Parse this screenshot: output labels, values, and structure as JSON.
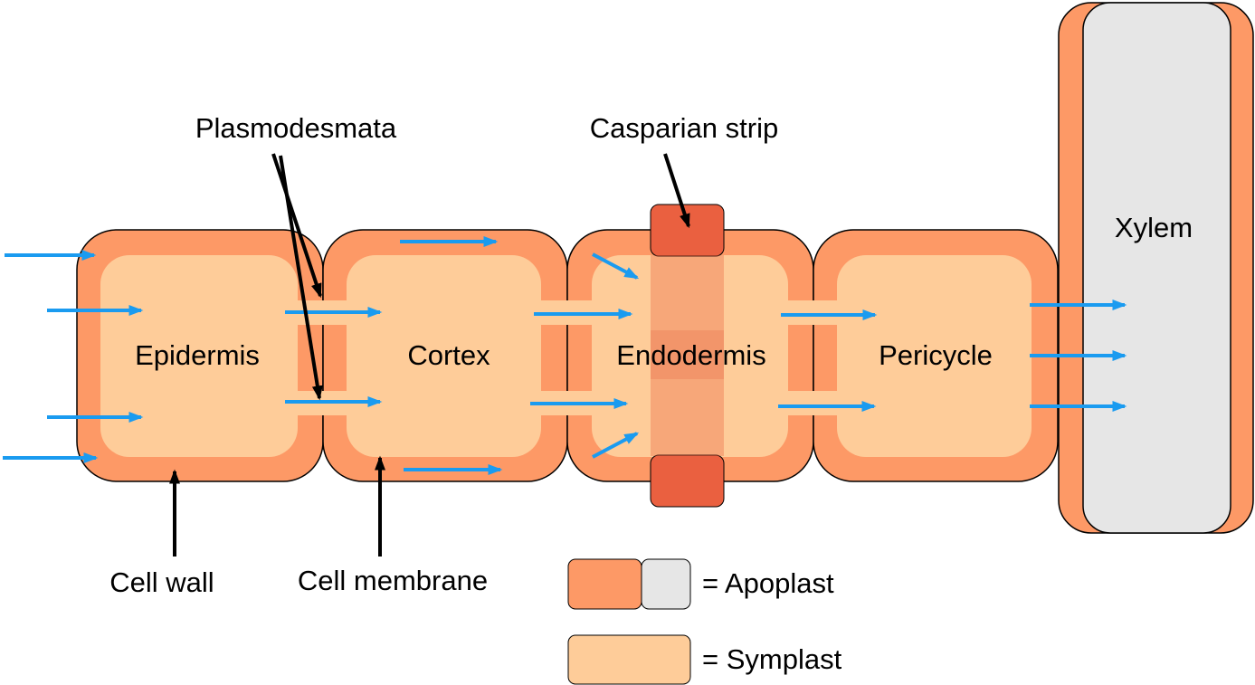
{
  "cells": {
    "epidermis": "Epidermis",
    "cortex": "Cortex",
    "endodermis": "Endodermis",
    "pericycle": "Pericycle",
    "xylem": "Xylem"
  },
  "annotations": {
    "plasmodesmata": "Plasmodesmata",
    "casparian_strip": "Casparian strip",
    "cell_wall": "Cell wall",
    "cell_membrane": "Cell membrane"
  },
  "legend": {
    "apoplast": "= Apoplast",
    "symplast": "= Symplast"
  },
  "colors": {
    "apoplast_wall": "#fd9966",
    "symplast": "#fecc99",
    "xylem_lumen": "#e6e6e6",
    "casparian_strip": "#ea6040",
    "water_flow_arrow": "#1a9bf0",
    "pointer_arrow": "#000000"
  }
}
